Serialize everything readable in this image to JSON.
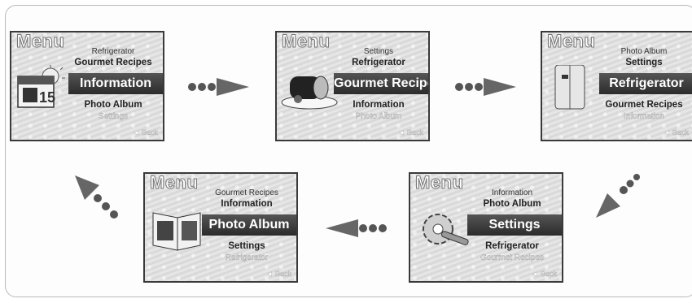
{
  "screens": [
    {
      "menu": "Menu",
      "above1": "Refrigerator",
      "above2": "Gourmet Recipes",
      "selected": "Information",
      "below1": "Photo Album",
      "below2": "Settings",
      "back": "◄ Back",
      "icon": "calendar-icon"
    },
    {
      "menu": "Menu",
      "above1": "Settings",
      "above2": "Refrigerator",
      "selected": "Gourmet Recipes",
      "below1": "Information",
      "below2": "Photo Album",
      "back": "◄ Back",
      "icon": "food-plate-icon"
    },
    {
      "menu": "Menu",
      "above1": "Photo Album",
      "above2": "Settings",
      "selected": "Refrigerator",
      "below1": "Gourmet Recipes",
      "below2": "Information",
      "back": "◄ Back",
      "icon": "refrigerator-icon"
    },
    {
      "menu": "Menu",
      "above1": "Information",
      "above2": "Photo Album",
      "selected": "Settings",
      "below1": "Refrigerator",
      "below2": "Gourmet Recipes",
      "back": "◄ Back",
      "icon": "gear-wrench-icon"
    },
    {
      "menu": "Menu",
      "above1": "Gourmet Recipes",
      "above2": "Information",
      "selected": "Photo Album",
      "below1": "Settings",
      "below2": "Refrigerator",
      "back": "◄ Back",
      "icon": "photo-album-icon"
    }
  ],
  "arrows": [
    "dotted-arrow-right-icon",
    "dotted-arrow-right-icon",
    "dotted-arrow-down-left-icon",
    "dotted-arrow-left-icon",
    "dotted-arrow-up-left-icon"
  ]
}
